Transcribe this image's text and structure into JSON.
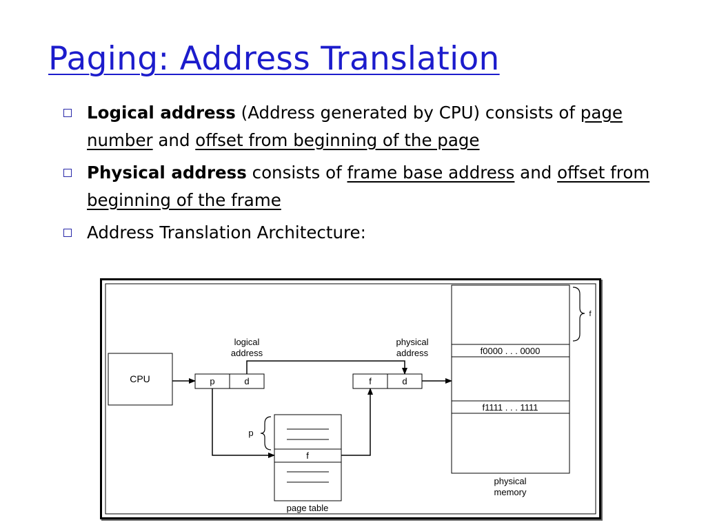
{
  "slide": {
    "title": "Paging: Address Translation"
  },
  "bullets": {
    "b1": {
      "bold": "Logical address",
      "t1": " (Address generated by CPU) consists of ",
      "u1": "page number",
      "t2": " and ",
      "u2": "offset from beginning of the page"
    },
    "b2": {
      "bold": "Physical address",
      "t1": " consists of ",
      "u1": "frame base address",
      "t2": " and ",
      "u2": "offset from beginning of the frame"
    },
    "b3": {
      "text": "Address Translation Architecture:"
    }
  },
  "diagram": {
    "cpu": "CPU",
    "logical_line1": "logical",
    "logical_line2": "address",
    "physical_line1": "physical",
    "physical_line2": "address",
    "p": "p",
    "d": "d",
    "f": "f",
    "d2": "d",
    "p_brace": "p",
    "table_f": "f",
    "page_table": "page table",
    "frame_start": "f0000 . . . 0000",
    "frame_end": "f1111 . . . 1111",
    "memory_line1": "physical",
    "memory_line2": "memory",
    "f_brace": "f"
  }
}
